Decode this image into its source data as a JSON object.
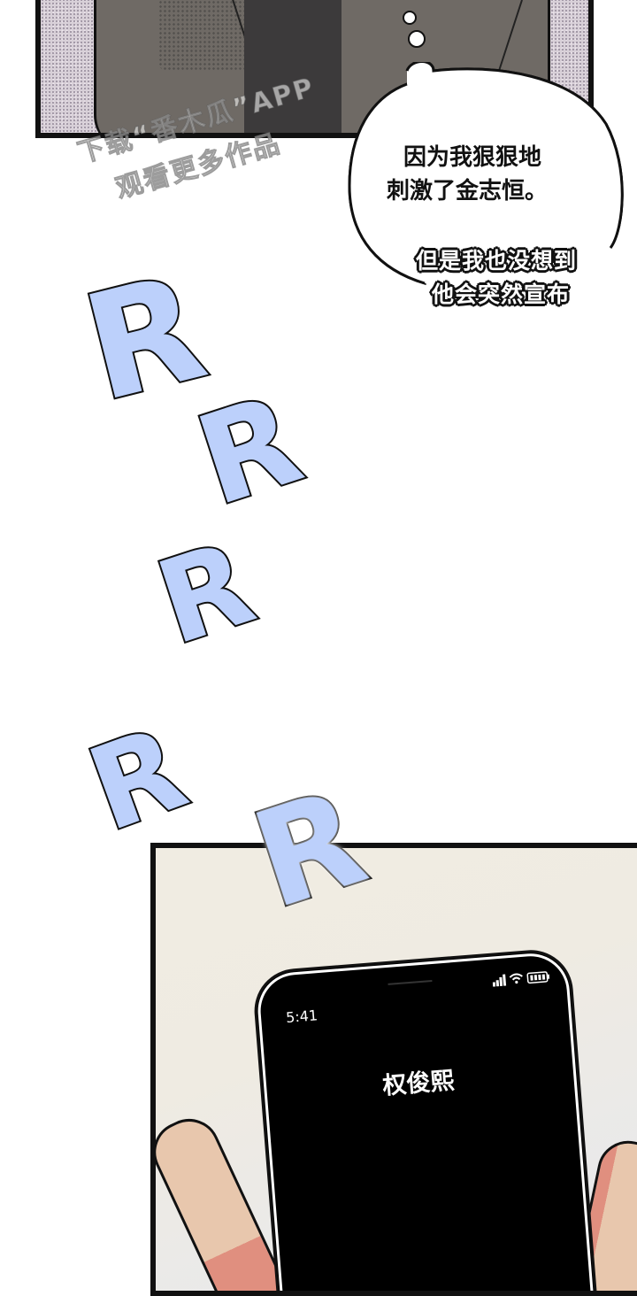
{
  "watermark": {
    "line1": "下载“番木瓜”APP",
    "line2": "观看更多作品"
  },
  "thought_bubble": {
    "line1": "因为我狠狠地",
    "line2": "刺激了金志恒。"
  },
  "inner_thought": {
    "line1": "但是我也没想到",
    "line2": "他会突然宣布"
  },
  "sound_effect": {
    "letters": [
      "R",
      "R",
      "R",
      "R",
      "R"
    ],
    "fill_color": "#bcd0fb",
    "outline_color": "#111111"
  },
  "phone": {
    "status_time": "5:41",
    "signal_icon": "signal-bars-icon",
    "wifi_icon": "wifi-icon",
    "battery_icon": "battery-icon",
    "caller_name": "权俊熙"
  },
  "colors": {
    "top_panel_bg": "#d8d0d8",
    "coat": "#6f6a65",
    "bottom_panel_bg": "#efebe2",
    "skin": "#e8c7ad",
    "skin_shadow": "#e08f7f"
  }
}
